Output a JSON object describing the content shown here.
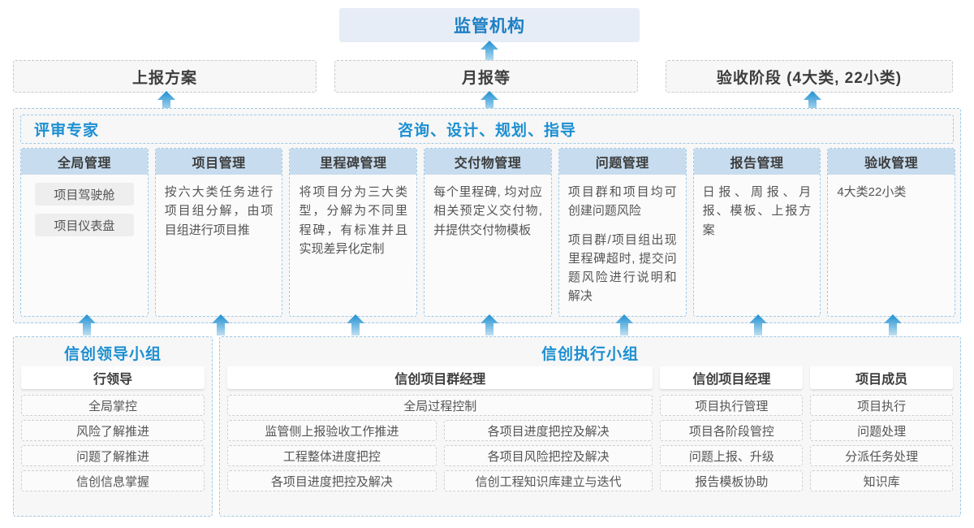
{
  "top": {
    "regulator": "监管机构",
    "reports": [
      {
        "label": "上报方案"
      },
      {
        "label": "月报等"
      },
      {
        "label": "验收阶段 (4大类, 22小类)"
      }
    ]
  },
  "middle": {
    "left_label": "评审专家",
    "center_label": "咨询、设计、规划、指导",
    "columns": [
      {
        "title": "全局管理",
        "pills": [
          "项目驾驶舱",
          "项目仪表盘"
        ],
        "paragraphs": []
      },
      {
        "title": "项目管理",
        "pills": [],
        "paragraphs": [
          "按六大类任务进行项目组分解，由项目组进行项目推"
        ]
      },
      {
        "title": "里程碑管理",
        "pills": [],
        "paragraphs": [
          "将项目分为三大类型，分解为不同里程碑，有标准并且实现差异化定制"
        ]
      },
      {
        "title": "交付物管理",
        "pills": [],
        "paragraphs": [
          "每个里程碑, 均对应相关预定义交付物, 并提供交付物模板"
        ]
      },
      {
        "title": "问题管理",
        "pills": [],
        "paragraphs": [
          "项目群和项目均可创建问题风险",
          "项目群/项目组出现里程碑超时, 提交问题风险进行说明和解决"
        ]
      },
      {
        "title": "报告管理",
        "pills": [],
        "paragraphs": [
          "日报、周报、月报、模板、上报方案"
        ]
      },
      {
        "title": "验收管理",
        "pills": [],
        "paragraphs": [
          "4大类22小类"
        ]
      }
    ]
  },
  "bottom": {
    "leader_group": {
      "title": "信创领导小组",
      "role": "行领导",
      "tasks": [
        "全局掌控",
        "风险了解推进",
        "问题了解推进",
        "信创信息掌握"
      ]
    },
    "exec_group": {
      "title": "信创执行小组",
      "program_manager": {
        "role": "信创项目群经理",
        "full_task": "全局过程控制",
        "left_tasks": [
          "监管侧上报验收工作推进",
          "工程整体进度把控",
          "各项目进度把控及解决"
        ],
        "right_tasks": [
          "各项目进度把控及解决",
          "各项目风险把控及解决",
          "信创工程知识库建立与迭代"
        ]
      },
      "project_manager": {
        "role": "信创项目经理",
        "tasks": [
          "项目执行管理",
          "项目各阶段管控",
          "问题上报、升级",
          "报告模板协助"
        ]
      },
      "project_member": {
        "role": "项目成员",
        "tasks": [
          "项目执行",
          "问题处理",
          "分派任务处理",
          "知识库"
        ]
      }
    }
  },
  "arrows": {
    "icon": "arrow-up-icon",
    "color_top": "#1d8fd1",
    "color_bottom": "#bfe0f2"
  },
  "colors": {
    "accent": "#1d8fd1",
    "regulator_bg": "#e7edf6",
    "column_head_bg": "#c7dcee",
    "panel_border": "#9ec9e8",
    "panel_bg": "#f7f7f7"
  }
}
